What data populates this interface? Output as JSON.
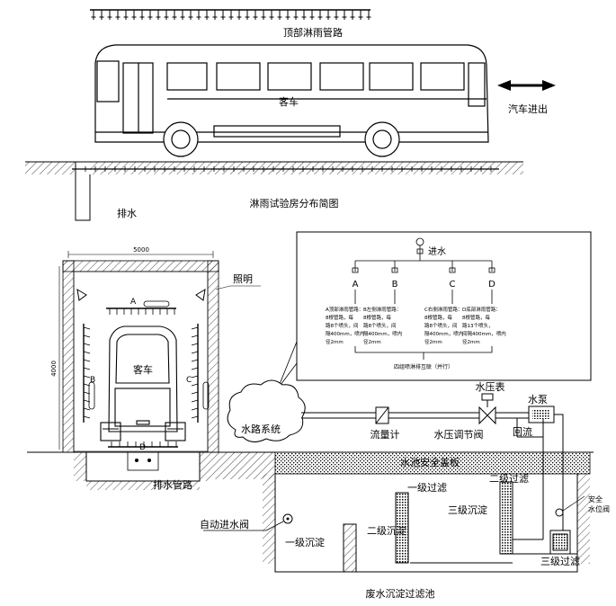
{
  "top": {
    "spray_label": "顶部淋雨管路",
    "bus_label": "客车",
    "arrow_label": "汽车进出",
    "drain_label": "排水",
    "caption": "淋雨试验房分布简图"
  },
  "room": {
    "width_dim": "5000",
    "height_dim": "4000",
    "lighting_label": "照明",
    "zone_a": "A",
    "zone_b": "B",
    "zone_c": "C",
    "zone_d": "D",
    "bus_label": "客车",
    "drain_pipe_label": "排水管路"
  },
  "inset": {
    "inlet_label": "进水",
    "branches": [
      {
        "letter": "A",
        "text": [
          "A顶部淋雨管路：",
          "8根管路，每",
          "路8个喷头，间",
          "隔400mm，喷内",
          "径2mm"
        ]
      },
      {
        "letter": "B",
        "text": [
          "B左侧淋雨管路：",
          "8根管路，每",
          "路8个喷头，间",
          "隔400mm，喷内",
          "径2mm"
        ]
      },
      {
        "letter": "C",
        "text": [
          "C右侧淋雨管路：",
          "8根管路，每",
          "路8个喷头，间",
          "隔400mm，喷内",
          "径2mm"
        ]
      },
      {
        "letter": "D",
        "text": [
          "D底部淋雨管路：",
          "8根管路，每",
          "路13个喷头，",
          "间隔400mm，喷内",
          "径2mm"
        ]
      }
    ],
    "bottom_note": "四组喷淋排互联（并行）"
  },
  "water_system": {
    "cloud_label": "水路系统",
    "flowmeter": "流量计",
    "pressure_valve": "水压调节阀",
    "pressure_gauge": "水压表",
    "pump": "水泵",
    "return_label": "回流",
    "cover_label": "水池安全盖板",
    "safety_valve": [
      "安全",
      "水位阀"
    ],
    "auto_inlet": "自动进水阀",
    "tanks": [
      "一级沉淀",
      "二级沉淀",
      "三级沉淀"
    ],
    "filters": [
      "一级过滤",
      "二级过滤",
      "三级过滤"
    ],
    "pool_caption": "废水沉淀过滤池"
  }
}
